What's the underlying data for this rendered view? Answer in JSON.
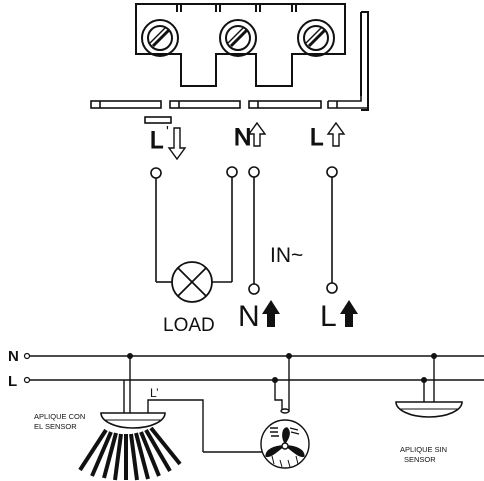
{
  "terminal_block": {
    "terminal_count": 3,
    "labels": {
      "l_prime": "L",
      "l_prime_mark": "'",
      "neutral": "N",
      "live": "L"
    }
  },
  "load_circuit": {
    "load_label": "LOAD",
    "input_label": "IN~",
    "neutral_label": "N",
    "live_label": "L"
  },
  "bottom_schematic": {
    "bus_n_label": "N",
    "bus_l_label": "L",
    "switched_line_label": "L’",
    "fixture_with_sensor_label": [
      "APLIQUE CON",
      "EL SENSOR"
    ],
    "fixture_without_sensor_label": [
      "APLIQUE SIN",
      "SENSOR"
    ]
  }
}
